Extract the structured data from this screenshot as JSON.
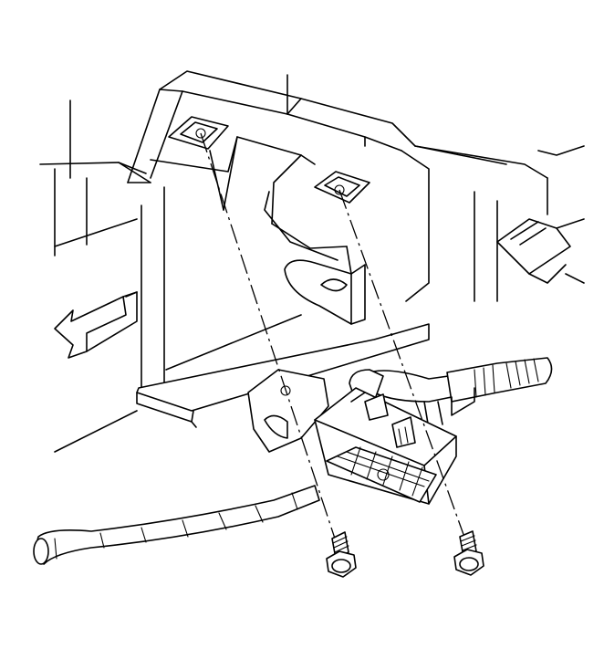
{
  "diagram": {
    "style": "line-art",
    "stroke_color": "#000000",
    "background_color": "#ffffff",
    "parts": [
      {
        "name": "mounting-bracket",
        "icon": "bracket-icon"
      },
      {
        "name": "sensor-module",
        "icon": "module-icon"
      },
      {
        "name": "electrical-connector",
        "icon": "connector-icon"
      },
      {
        "name": "wiring-harness",
        "icon": "harness-icon"
      },
      {
        "name": "left-bolt",
        "icon": "bolt-icon"
      },
      {
        "name": "right-bolt",
        "icon": "bolt-icon"
      },
      {
        "name": "direction-arrow",
        "icon": "arrow-left-icon"
      }
    ]
  }
}
